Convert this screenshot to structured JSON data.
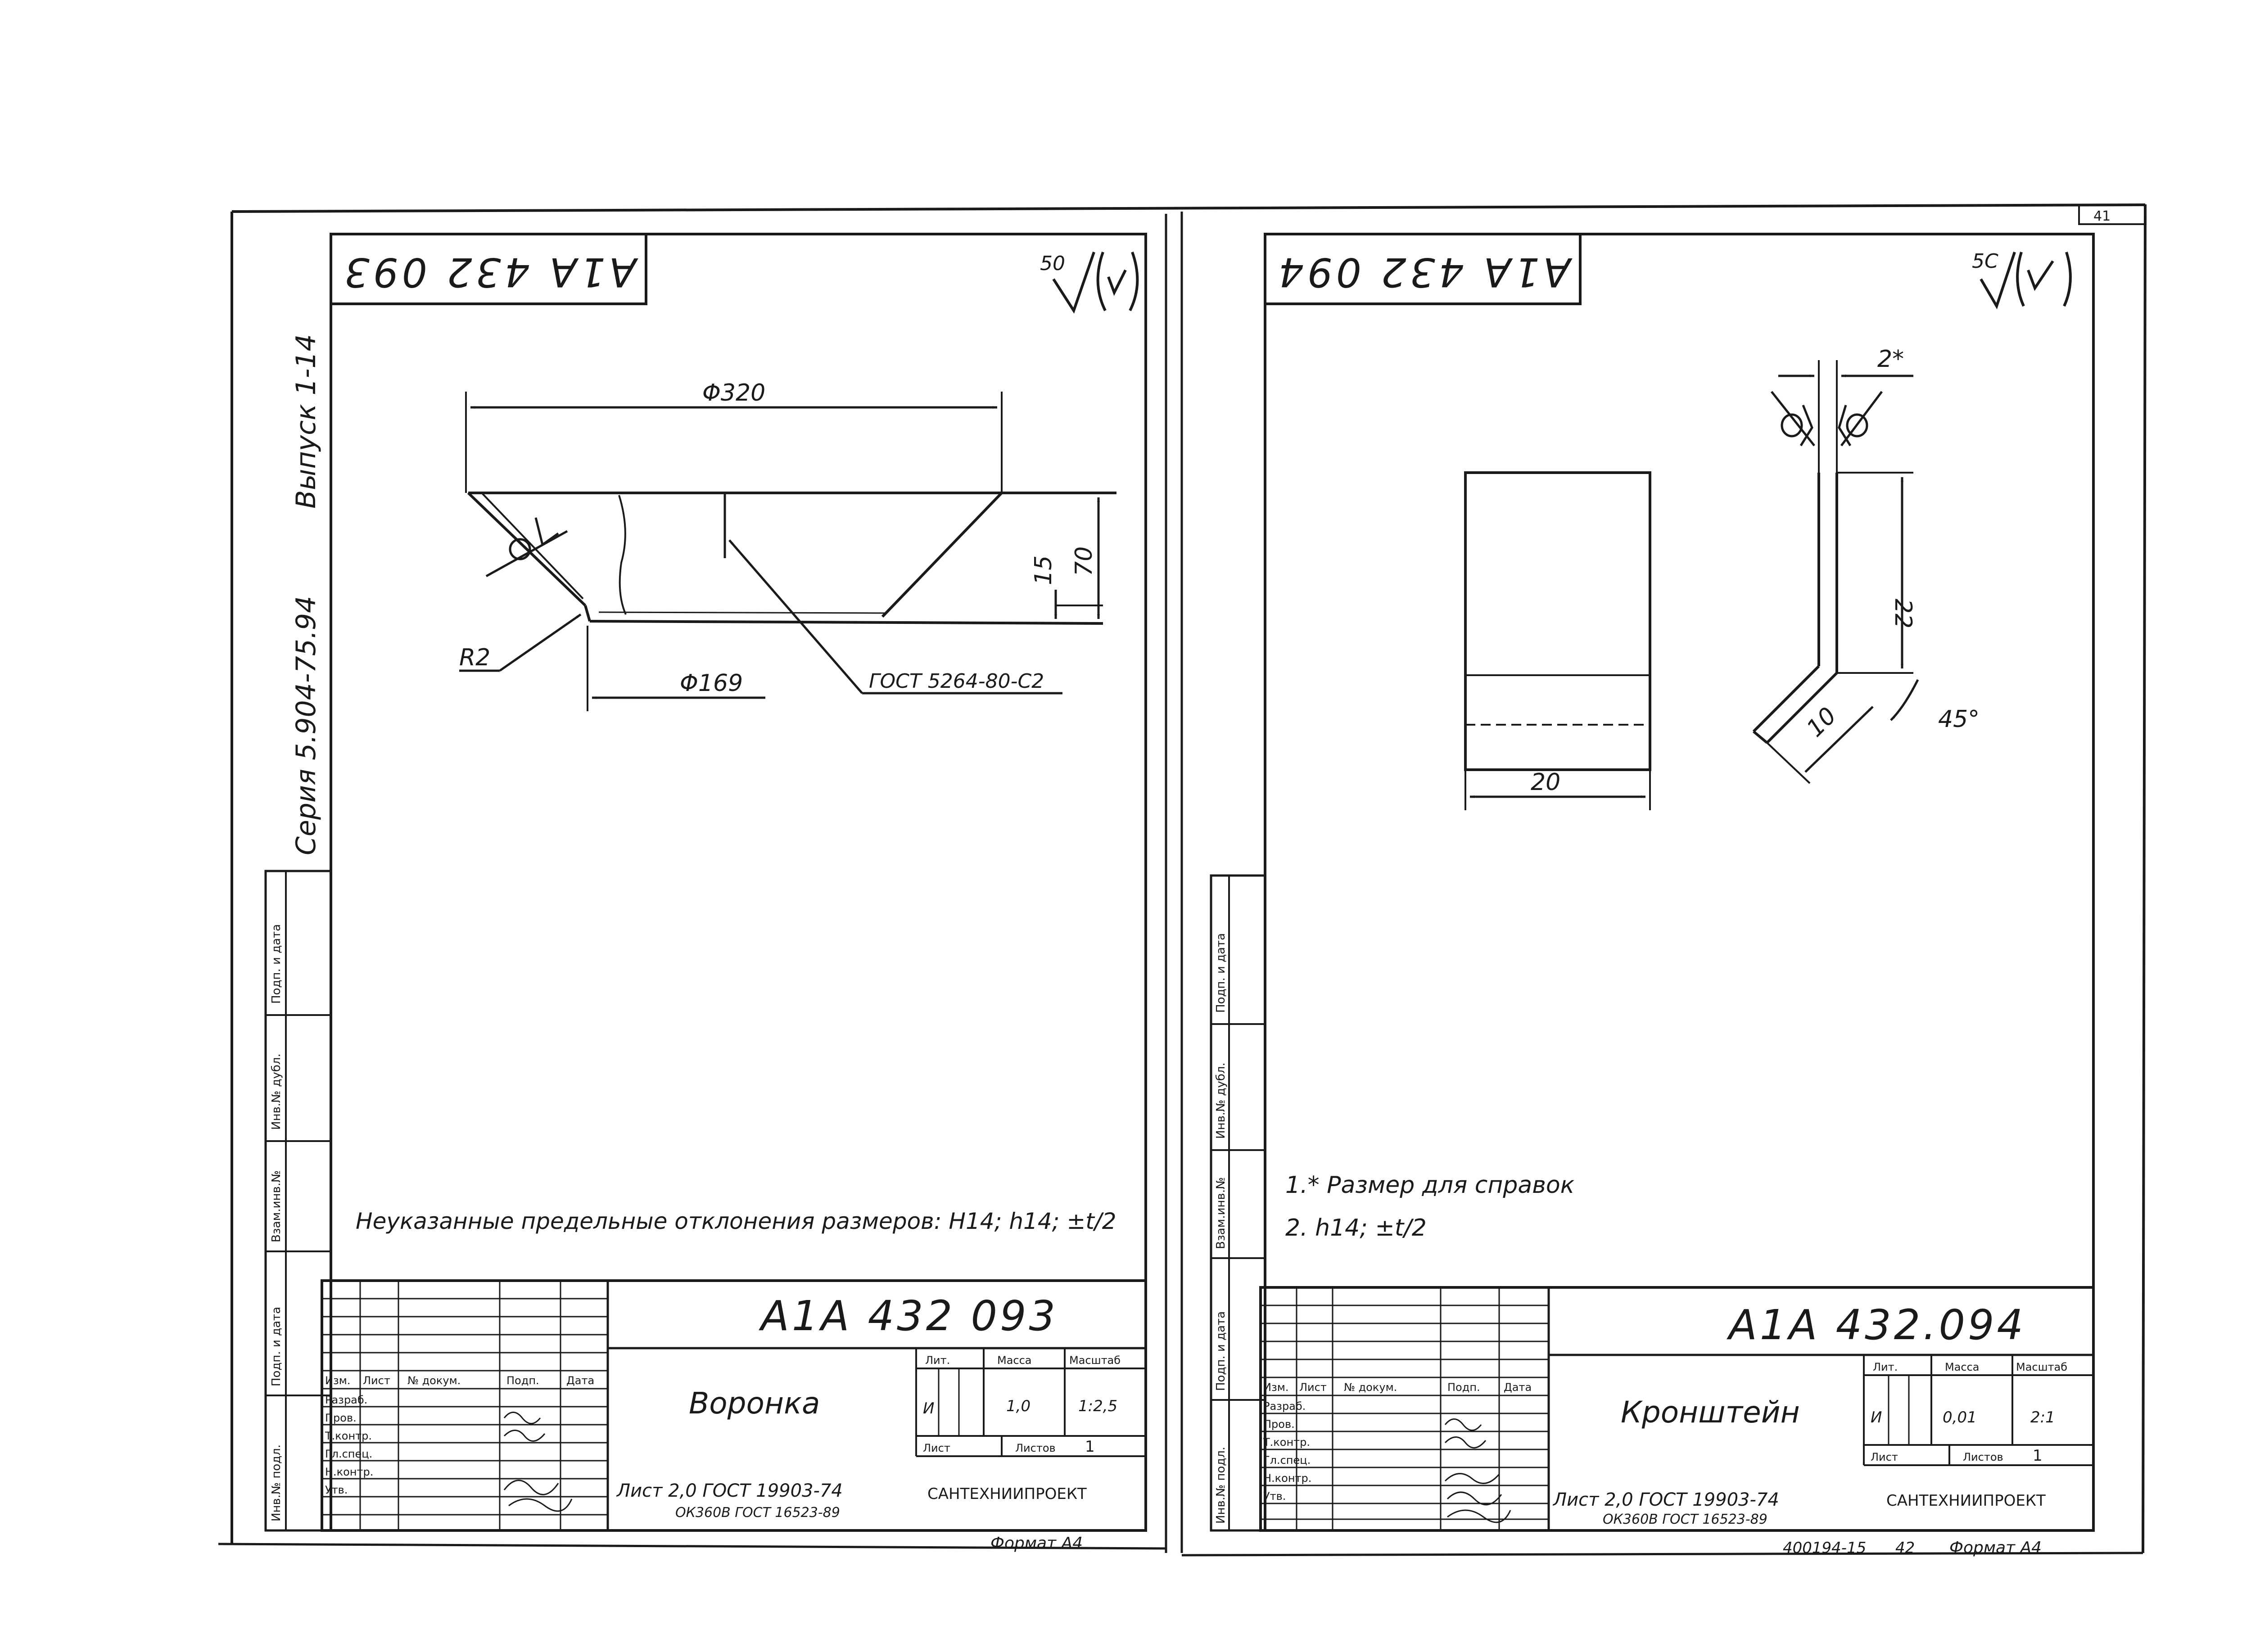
{
  "series_label": "Серия 5.904-75.94",
  "issue_label": "Выпуск 1-14",
  "page_corner": "41",
  "side_stamp_labels": [
    "Подп. и дата",
    "Инв.№ дубл.",
    "Взам.инв.№",
    "Подп. и дата",
    "Инв.№ подл."
  ],
  "tb_column_headers": [
    "Изм.",
    "Лист",
    "№ докум.",
    "Подп.",
    "Дата"
  ],
  "tb_role_labels": [
    "Разраб.",
    "Пров.",
    "Т.контр.",
    "Гл.спец.",
    "Н.контр.",
    "Утв."
  ],
  "tb_field_labels": {
    "lit": "Лит.",
    "mass": "Масса",
    "scale": "Масштаб",
    "sheet": "Лист",
    "sheets": "Листов"
  },
  "organization": "САНТЕХНИИПРОЕКТ",
  "left": {
    "code_box": "А1А 432 093",
    "roughness": "50",
    "dim_diameter_top": "Φ320",
    "dim_diameter_bottom": "Φ169",
    "dim_height": "70",
    "dim_step": "15",
    "dim_radius": "R2",
    "gost_note": "ГОСТ 5264-80-С2",
    "note": "Неуказанные предельные отклонения размеров: Н14; h14; ±t/2",
    "tb_code": "А1А 432 093",
    "tb_title": "Воронка",
    "tb_lit": "И",
    "tb_mass": "1,0",
    "tb_scale": "1:2,5",
    "tb_sheets": "1",
    "material_line1": "Лист 2,0 ГОСТ 19903-74",
    "material_line2": "ОК360В ГОСТ 16523-89",
    "format": "Формат А4"
  },
  "right": {
    "code_box": "А1А 432 094",
    "roughness": "5С",
    "dim_thickness": "2*",
    "dim_height": "22",
    "dim_leg": "10",
    "dim_angle": "45°",
    "dim_width": "20",
    "note_1": "1.* Размер для справок",
    "note_2": "2. h14; ±t/2",
    "tb_code": "А1А 432.094",
    "tb_title": "Кронштейн",
    "tb_lit": "И",
    "tb_mass": "0,01",
    "tb_scale": "2:1",
    "tb_sheets": "1",
    "material_line1": "Лист 2,0 ГОСТ 19903-74",
    "material_line2": "ОК360В ГОСТ 16523-89",
    "archive_no": "400194-15",
    "page_no": "42",
    "format": "Формат А4"
  }
}
